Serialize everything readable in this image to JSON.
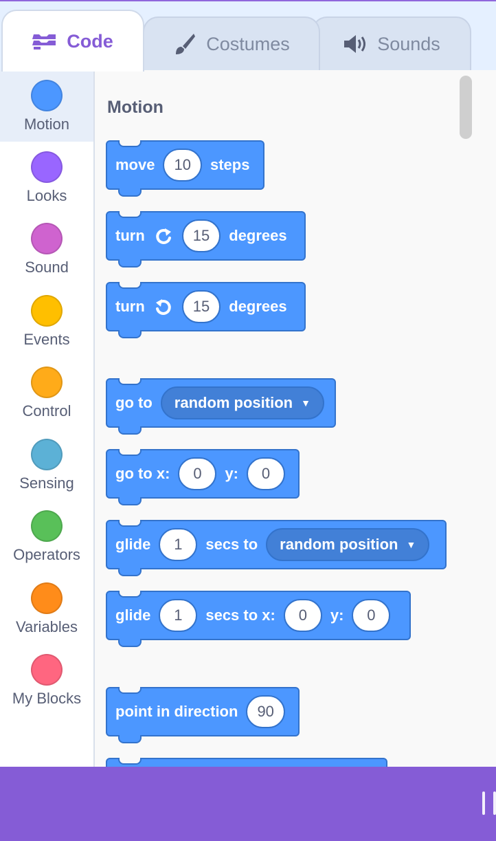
{
  "tabs": [
    {
      "label": "Code",
      "icon": "code-blocks-icon"
    },
    {
      "label": "Costumes",
      "icon": "paintbrush-icon"
    },
    {
      "label": "Sounds",
      "icon": "speaker-icon"
    }
  ],
  "categories": [
    {
      "label": "Motion",
      "color": "#4c97ff"
    },
    {
      "label": "Looks",
      "color": "#9966ff"
    },
    {
      "label": "Sound",
      "color": "#cf63cf"
    },
    {
      "label": "Events",
      "color": "#ffbf00"
    },
    {
      "label": "Control",
      "color": "#ffab19"
    },
    {
      "label": "Sensing",
      "color": "#5cb1d6"
    },
    {
      "label": "Operators",
      "color": "#59c059"
    },
    {
      "label": "Variables",
      "color": "#ff8c1a"
    },
    {
      "label": "My Blocks",
      "color": "#ff6680"
    }
  ],
  "palette": {
    "section_title": "Motion",
    "blocks": {
      "move": {
        "t1": "move",
        "v1": "10",
        "t2": "steps"
      },
      "turn_right": {
        "t1": "turn",
        "v1": "15",
        "t2": "degrees"
      },
      "turn_left": {
        "t1": "turn",
        "v1": "15",
        "t2": "degrees"
      },
      "goto": {
        "t1": "go to",
        "dd": "random position"
      },
      "goto_xy": {
        "t1": "go to x:",
        "v1": "0",
        "t2": "y:",
        "v2": "0"
      },
      "glide_to": {
        "t1": "glide",
        "v1": "1",
        "t2": "secs to",
        "dd": "random position"
      },
      "glide_xy": {
        "t1": "glide",
        "v1": "1",
        "t2": "secs to x:",
        "v2": "0",
        "t3": "y:",
        "v3": "0"
      },
      "point_dir": {
        "t1": "point in direction",
        "v1": "90"
      }
    }
  },
  "colors": {
    "motion_block": "#4c97ff",
    "motion_border": "#3373cc",
    "accent": "#855cd6"
  }
}
